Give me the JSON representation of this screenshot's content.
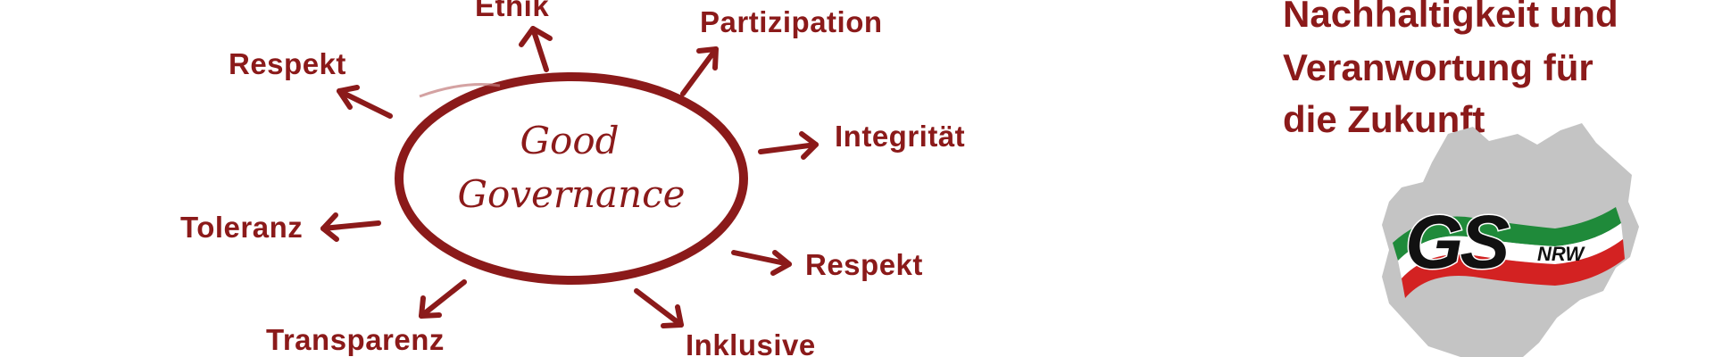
{
  "diagram": {
    "center": {
      "line1": "Good",
      "line2": "Governance"
    },
    "terms": {
      "ethik": "Ethik",
      "partizipation": "Partizipation",
      "respekt_left": "Respekt",
      "integritaet": "Integrität",
      "toleranz": "Toleranz",
      "respekt_right": "Respekt",
      "transparenz": "Transparenz",
      "inklusive": "Inklusive"
    }
  },
  "headline": {
    "line1": "Nachhaltigkeit und",
    "line2": "Veranwortung für",
    "line3": "die Zukunft"
  },
  "logo": {
    "letters": "GS",
    "region": "NRW"
  },
  "colors": {
    "accent": "#8b1a1a",
    "map_gray": "#c4c4c4",
    "logo_green": "#1f8a3a",
    "logo_red": "#d32222",
    "logo_black": "#111111"
  }
}
